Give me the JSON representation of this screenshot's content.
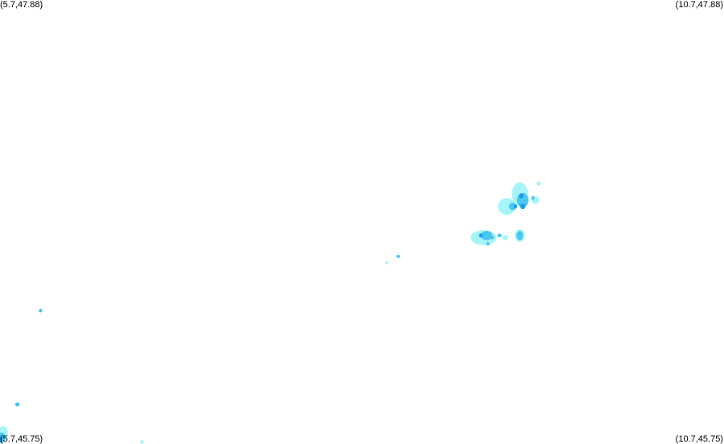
{
  "map": {
    "corners": {
      "top_left": "(5.7,47.88)",
      "top_right": "(10.7,47.88)",
      "bottom_left": "(5.7,45.75)",
      "bottom_right": "(10.7,45.75)"
    },
    "bounds": {
      "lon_min": 5.7,
      "lon_max": 10.7,
      "lat_min": 45.75,
      "lat_max": 47.88
    },
    "colors": {
      "background": "#ffffff",
      "light": "#a6f4f7",
      "medium": "#47c8f2",
      "strong": "#1e9be6"
    },
    "precip_cells": [
      {
        "lon": 9.32,
        "lat": 46.96,
        "rlon": 0.03,
        "rlat": 0.016,
        "intensity": "light"
      },
      {
        "lon": 9.4,
        "lat": 46.92,
        "rlon": 0.025,
        "rlat": 0.018,
        "intensity": "light"
      },
      {
        "lon": 9.38,
        "lat": 46.93,
        "rlon": 0.01,
        "rlat": 0.01,
        "intensity": "medium"
      },
      {
        "lon": 9.2,
        "lat": 46.89,
        "rlon": 0.06,
        "rlat": 0.04,
        "intensity": "light"
      },
      {
        "lon": 9.24,
        "lat": 46.89,
        "rlon": 0.025,
        "rlat": 0.018,
        "intensity": "medium"
      },
      {
        "lon": 9.26,
        "lat": 46.89,
        "rlon": 0.012,
        "rlat": 0.01,
        "intensity": "strong"
      },
      {
        "lon": 9.29,
        "lat": 46.95,
        "rlon": 0.055,
        "rlat": 0.055,
        "intensity": "light"
      },
      {
        "lon": 9.31,
        "lat": 46.92,
        "rlon": 0.04,
        "rlat": 0.035,
        "intensity": "medium"
      },
      {
        "lon": 9.3,
        "lat": 46.94,
        "rlon": 0.015,
        "rlat": 0.012,
        "intensity": "strong"
      },
      {
        "lon": 9.31,
        "lat": 46.89,
        "rlon": 0.018,
        "rlat": 0.013,
        "intensity": "strong"
      },
      {
        "lon": 9.04,
        "lat": 46.74,
        "rlon": 0.09,
        "rlat": 0.035,
        "intensity": "light"
      },
      {
        "lon": 9.06,
        "lat": 46.75,
        "rlon": 0.04,
        "rlat": 0.022,
        "intensity": "medium"
      },
      {
        "lon": 9.02,
        "lat": 46.75,
        "rlon": 0.012,
        "rlat": 0.01,
        "intensity": "strong"
      },
      {
        "lon": 9.1,
        "lat": 46.74,
        "rlon": 0.012,
        "rlat": 0.008,
        "intensity": "medium"
      },
      {
        "lon": 9.15,
        "lat": 46.75,
        "rlon": 0.015,
        "rlat": 0.009,
        "intensity": "medium"
      },
      {
        "lon": 9.07,
        "lat": 46.71,
        "rlon": 0.012,
        "rlat": 0.008,
        "intensity": "medium"
      },
      {
        "lon": 9.19,
        "lat": 46.74,
        "rlon": 0.02,
        "rlat": 0.012,
        "intensity": "light"
      },
      {
        "lon": 9.29,
        "lat": 46.75,
        "rlon": 0.035,
        "rlat": 0.03,
        "intensity": "light"
      },
      {
        "lon": 9.29,
        "lat": 46.75,
        "rlon": 0.022,
        "rlat": 0.022,
        "intensity": "medium"
      },
      {
        "lon": 9.42,
        "lat": 47.0,
        "rlon": 0.015,
        "rlat": 0.01,
        "intensity": "light"
      },
      {
        "lon": 8.45,
        "lat": 46.65,
        "rlon": 0.012,
        "rlat": 0.008,
        "intensity": "medium"
      },
      {
        "lon": 8.37,
        "lat": 46.62,
        "rlon": 0.006,
        "rlat": 0.006,
        "intensity": "light"
      },
      {
        "lon": 5.98,
        "lat": 46.39,
        "rlon": 0.012,
        "rlat": 0.009,
        "intensity": "medium"
      },
      {
        "lon": 5.72,
        "lat": 45.8,
        "rlon": 0.035,
        "rlat": 0.035,
        "intensity": "light"
      },
      {
        "lon": 5.71,
        "lat": 45.78,
        "rlon": 0.025,
        "rlat": 0.025,
        "intensity": "medium"
      },
      {
        "lon": 5.7,
        "lat": 45.77,
        "rlon": 0.015,
        "rlat": 0.015,
        "intensity": "strong"
      },
      {
        "lon": 5.82,
        "lat": 45.94,
        "rlon": 0.015,
        "rlat": 0.01,
        "intensity": "medium"
      },
      {
        "lon": 6.68,
        "lat": 45.76,
        "rlon": 0.008,
        "rlat": 0.008,
        "intensity": "light"
      }
    ]
  }
}
